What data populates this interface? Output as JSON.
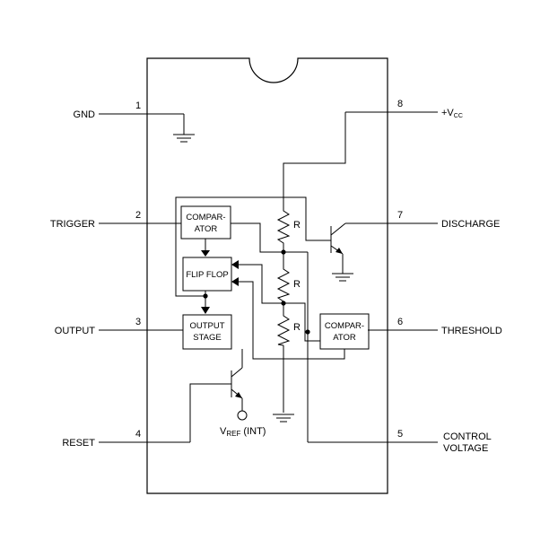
{
  "pins": [
    {
      "number": "1",
      "name": "GND"
    },
    {
      "number": "2",
      "name": "TRIGGER"
    },
    {
      "number": "3",
      "name": "OUTPUT"
    },
    {
      "number": "4",
      "name": "RESET"
    },
    {
      "number": "5",
      "name": "CONTROL",
      "name2": "VOLTAGE"
    },
    {
      "number": "6",
      "name": "THRESHOLD"
    },
    {
      "number": "7",
      "name": "DISCHARGE"
    },
    {
      "number": "8",
      "name": "+V",
      "sub": "CC"
    }
  ],
  "blocks": {
    "comparator_top": {
      "line1": "COMPAR-",
      "line2": "ATOR"
    },
    "comparator_right": {
      "line1": "COMPAR-",
      "line2": "ATOR"
    },
    "flip_flop": {
      "label": "FLIP FLOP"
    },
    "output_stage": {
      "line1": "OUTPUT",
      "line2": "STAGE"
    }
  },
  "resistors": {
    "r1": "R",
    "r2": "R",
    "r3": "R"
  },
  "vref": {
    "main": "V",
    "sub": "REF",
    "suffix": " (INT)"
  }
}
